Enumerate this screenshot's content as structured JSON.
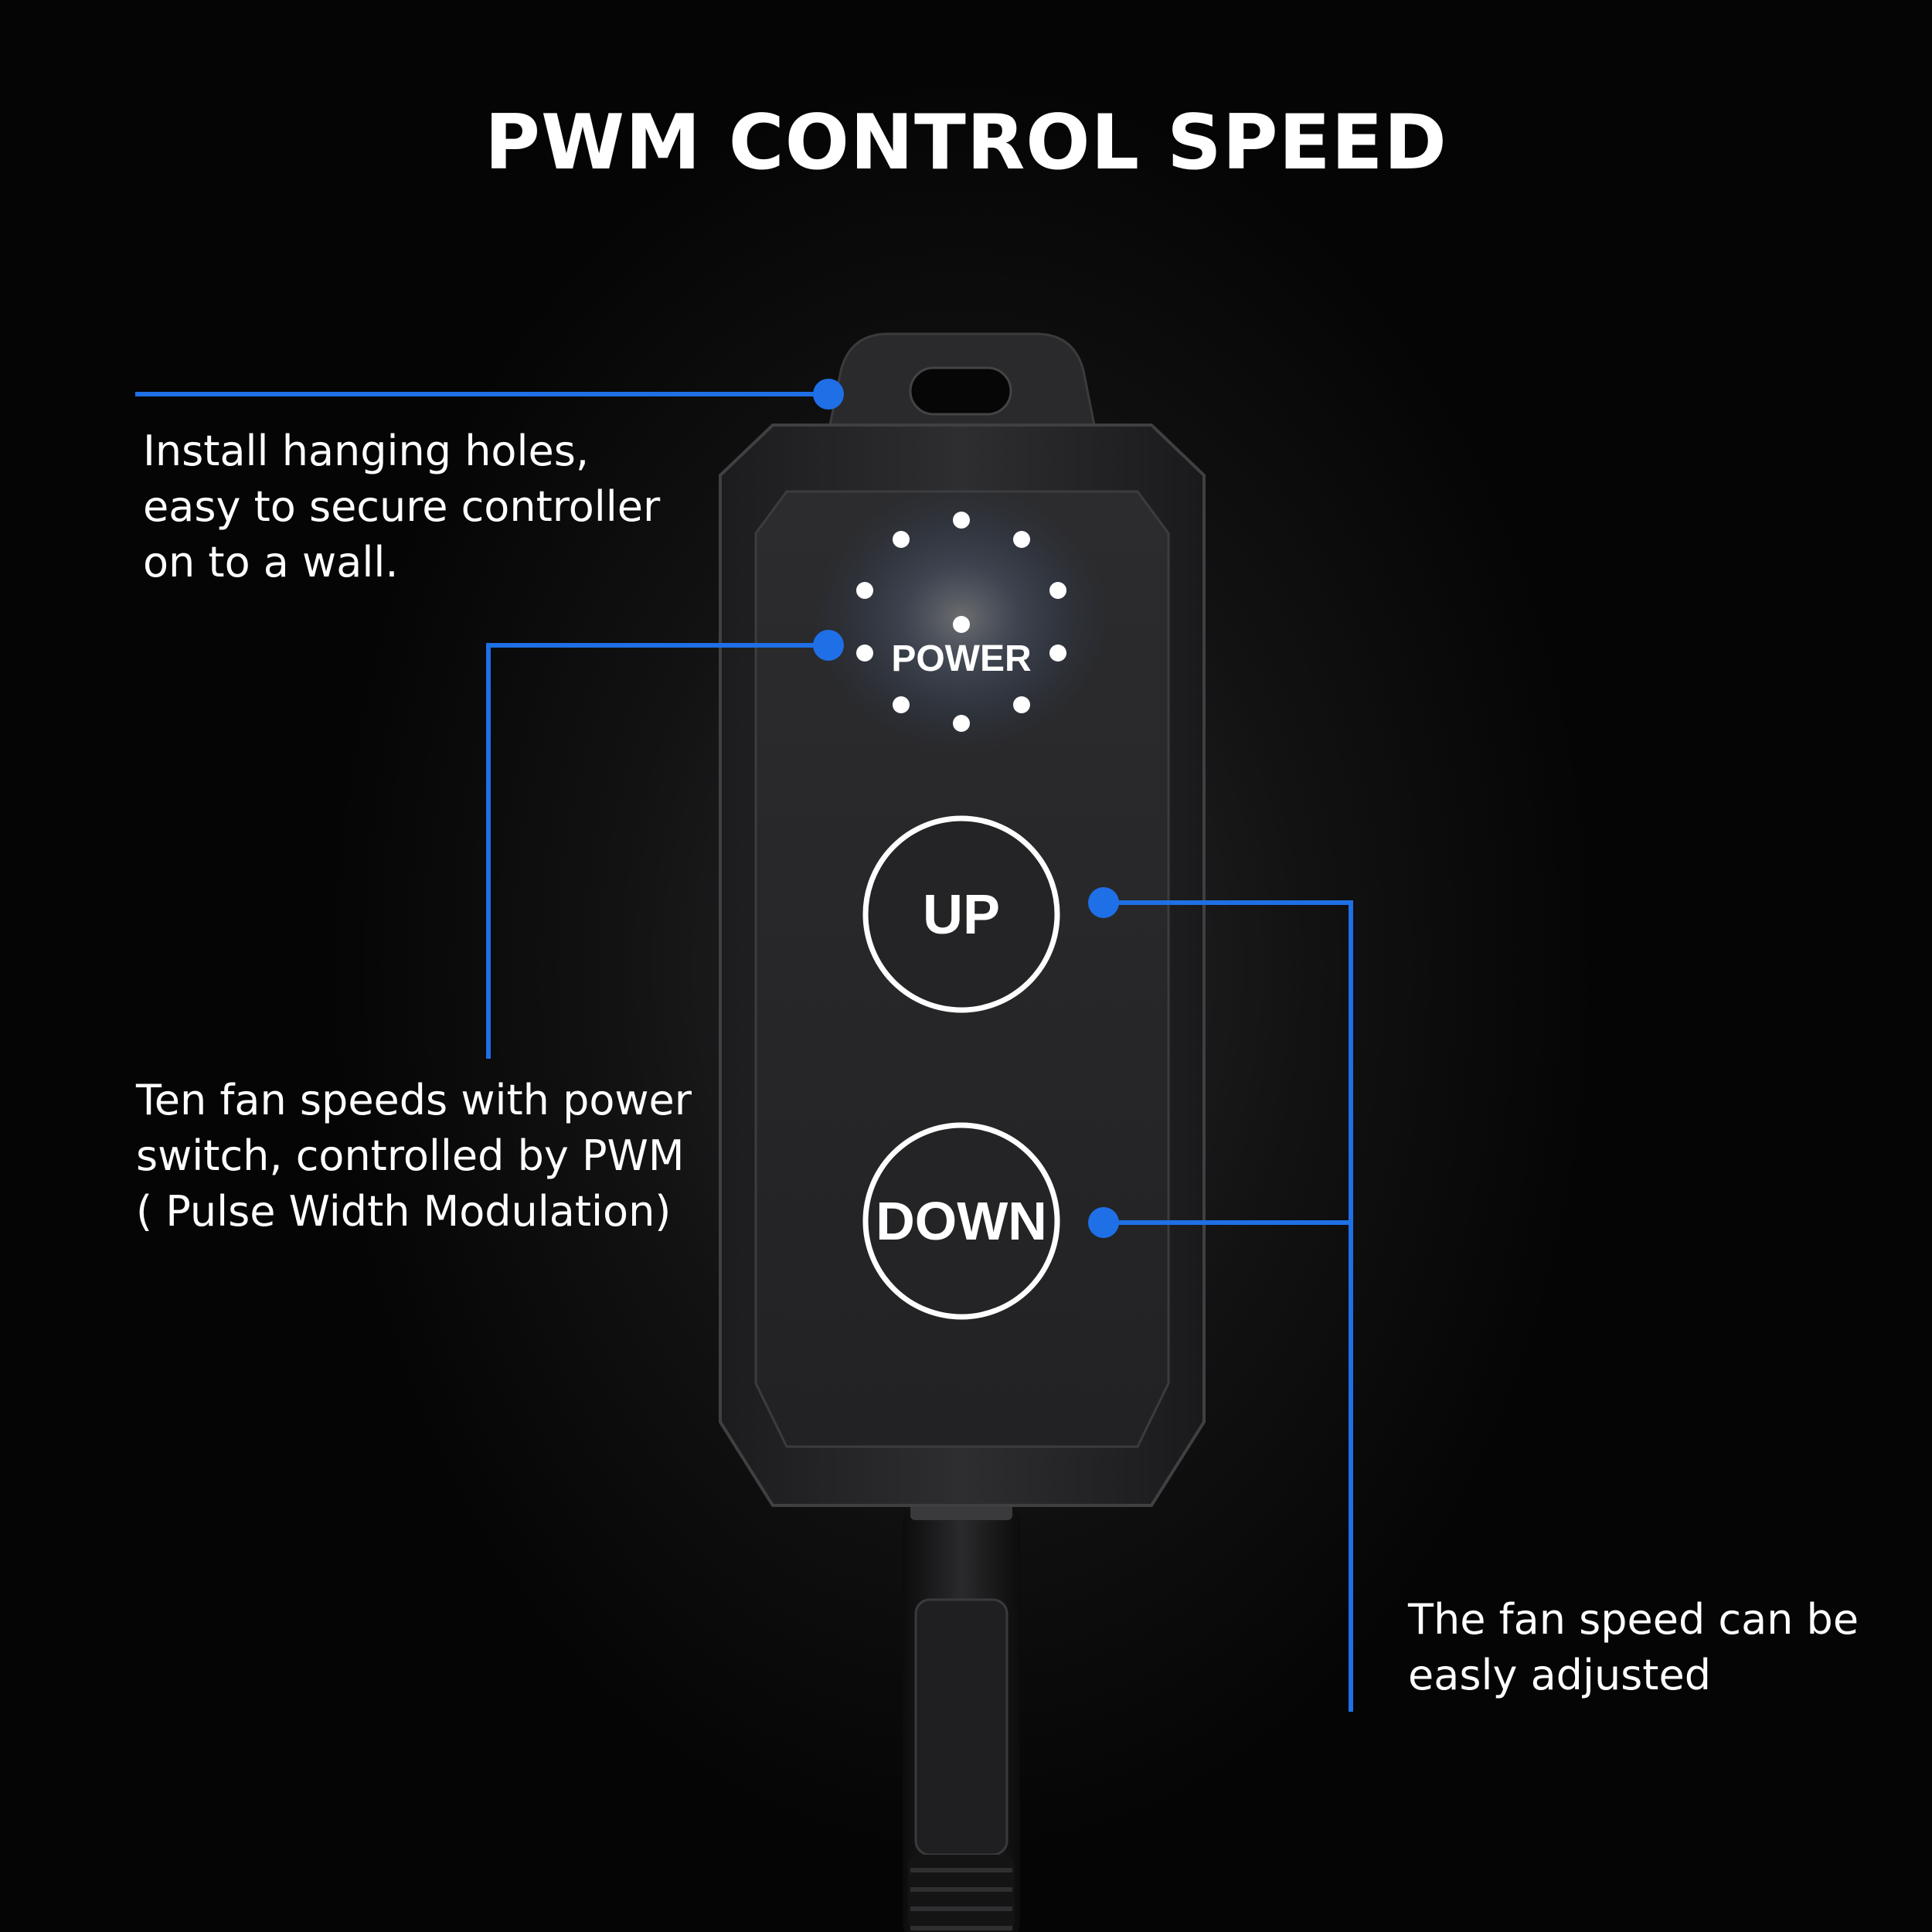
{
  "title": "PWM CONTROL SPEED",
  "annotations": {
    "hanging_holes": [
      "Install hanging holes,",
      "easy to secure controller",
      "on to a wall."
    ],
    "power_switch": [
      "Ten fan speeds with power",
      "switch, controlled by PWM",
      "( Pulse Width Modulation)"
    ],
    "speed_adjust": [
      "The fan speed can be",
      "easly adjusted"
    ]
  },
  "controller": {
    "power_label": "POWER",
    "up_label": "UP",
    "down_label": "DOWN"
  },
  "colors": {
    "background": "#050505",
    "accent_blue": "#1f6fe6",
    "body": "#262628",
    "text": "#ffffff"
  }
}
